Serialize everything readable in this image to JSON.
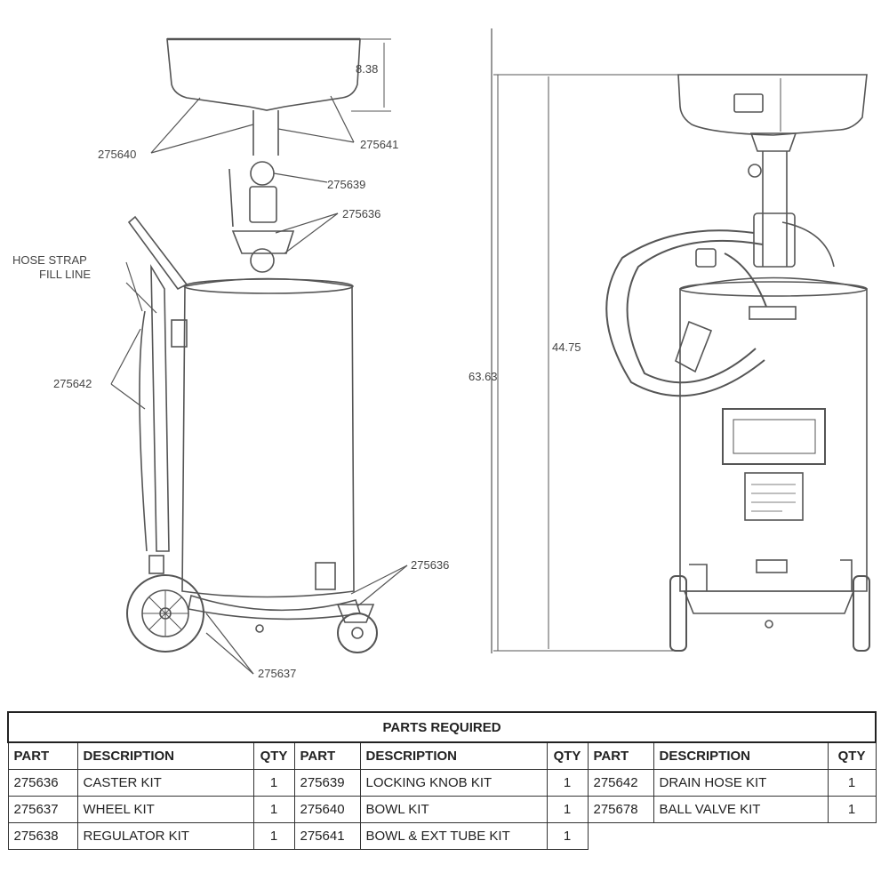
{
  "drawing": {
    "side_view": {
      "dimension_top": "8.38",
      "callouts": [
        {
          "id": "bowl-left",
          "text": "275640"
        },
        {
          "id": "bowl-right",
          "text": "275641"
        },
        {
          "id": "knob",
          "text": "275639"
        },
        {
          "id": "valve",
          "text": "275636"
        },
        {
          "id": "hose-strap",
          "text": "HOSE STRAP"
        },
        {
          "id": "fill-line",
          "text": "FILL LINE"
        },
        {
          "id": "drain-hose",
          "text": "275642"
        },
        {
          "id": "caster",
          "text": "275636"
        },
        {
          "id": "wheel",
          "text": "275637"
        }
      ]
    },
    "front_view": {
      "overall_height": "63.63",
      "tank_height": "44.75"
    }
  },
  "parts_table": {
    "title": "PARTS REQUIRED",
    "headers": [
      "PART",
      "DESCRIPTION",
      "QTY",
      "PART",
      "DESCRIPTION",
      "QTY",
      "PART",
      "DESCRIPTION",
      "QTY"
    ],
    "rows": [
      [
        "275636",
        "CASTER KIT",
        "1",
        "275639",
        "LOCKING KNOB KIT",
        "1",
        "275642",
        "DRAIN HOSE KIT",
        "1"
      ],
      [
        "275637",
        "WHEEL KIT",
        "1",
        "275640",
        "BOWL KIT",
        "1",
        "275678",
        "BALL VALVE KIT",
        "1"
      ],
      [
        "275638",
        "REGULATOR KIT",
        "1",
        "275641",
        "BOWL & EXT TUBE KIT",
        "1",
        "",
        "",
        ""
      ]
    ]
  }
}
